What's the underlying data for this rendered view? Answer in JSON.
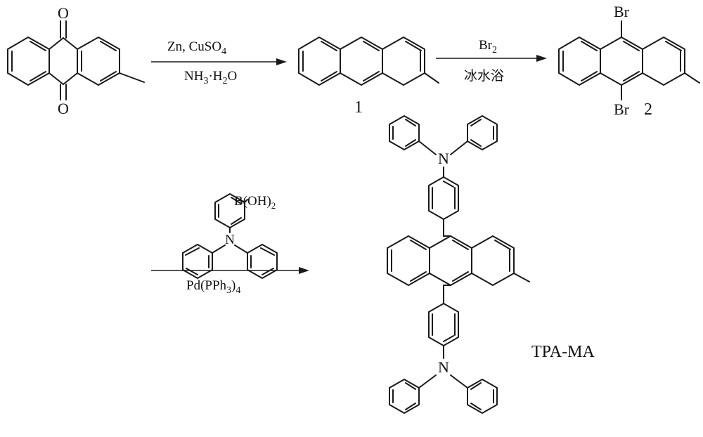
{
  "atoms": {
    "oxygen": "O",
    "bromine": "Br",
    "nitrogen": "N",
    "boronic_acid": "B(OH)",
    "boronic_acid_sub": "2"
  },
  "step1": {
    "reagent_top": "Zn, CuSO",
    "reagent_top_sub": "4",
    "reagent_bottom_a": "NH",
    "reagent_bottom_sub": "3",
    "reagent_bottom_b": "·H",
    "reagent_bottom_sub2": "2",
    "reagent_bottom_c": "O"
  },
  "step2": {
    "reagent_top": "Br",
    "reagent_top_sub": "2",
    "reagent_bottom": "冰水浴"
  },
  "step3": {
    "catalyst_a": "Pd(PPh",
    "catalyst_sub": "3",
    "catalyst_b": ")",
    "catalyst_sub2": "4"
  },
  "compounds": {
    "compound1_label": "1",
    "compound2_label": "2",
    "product_label": "TPA-MA"
  }
}
